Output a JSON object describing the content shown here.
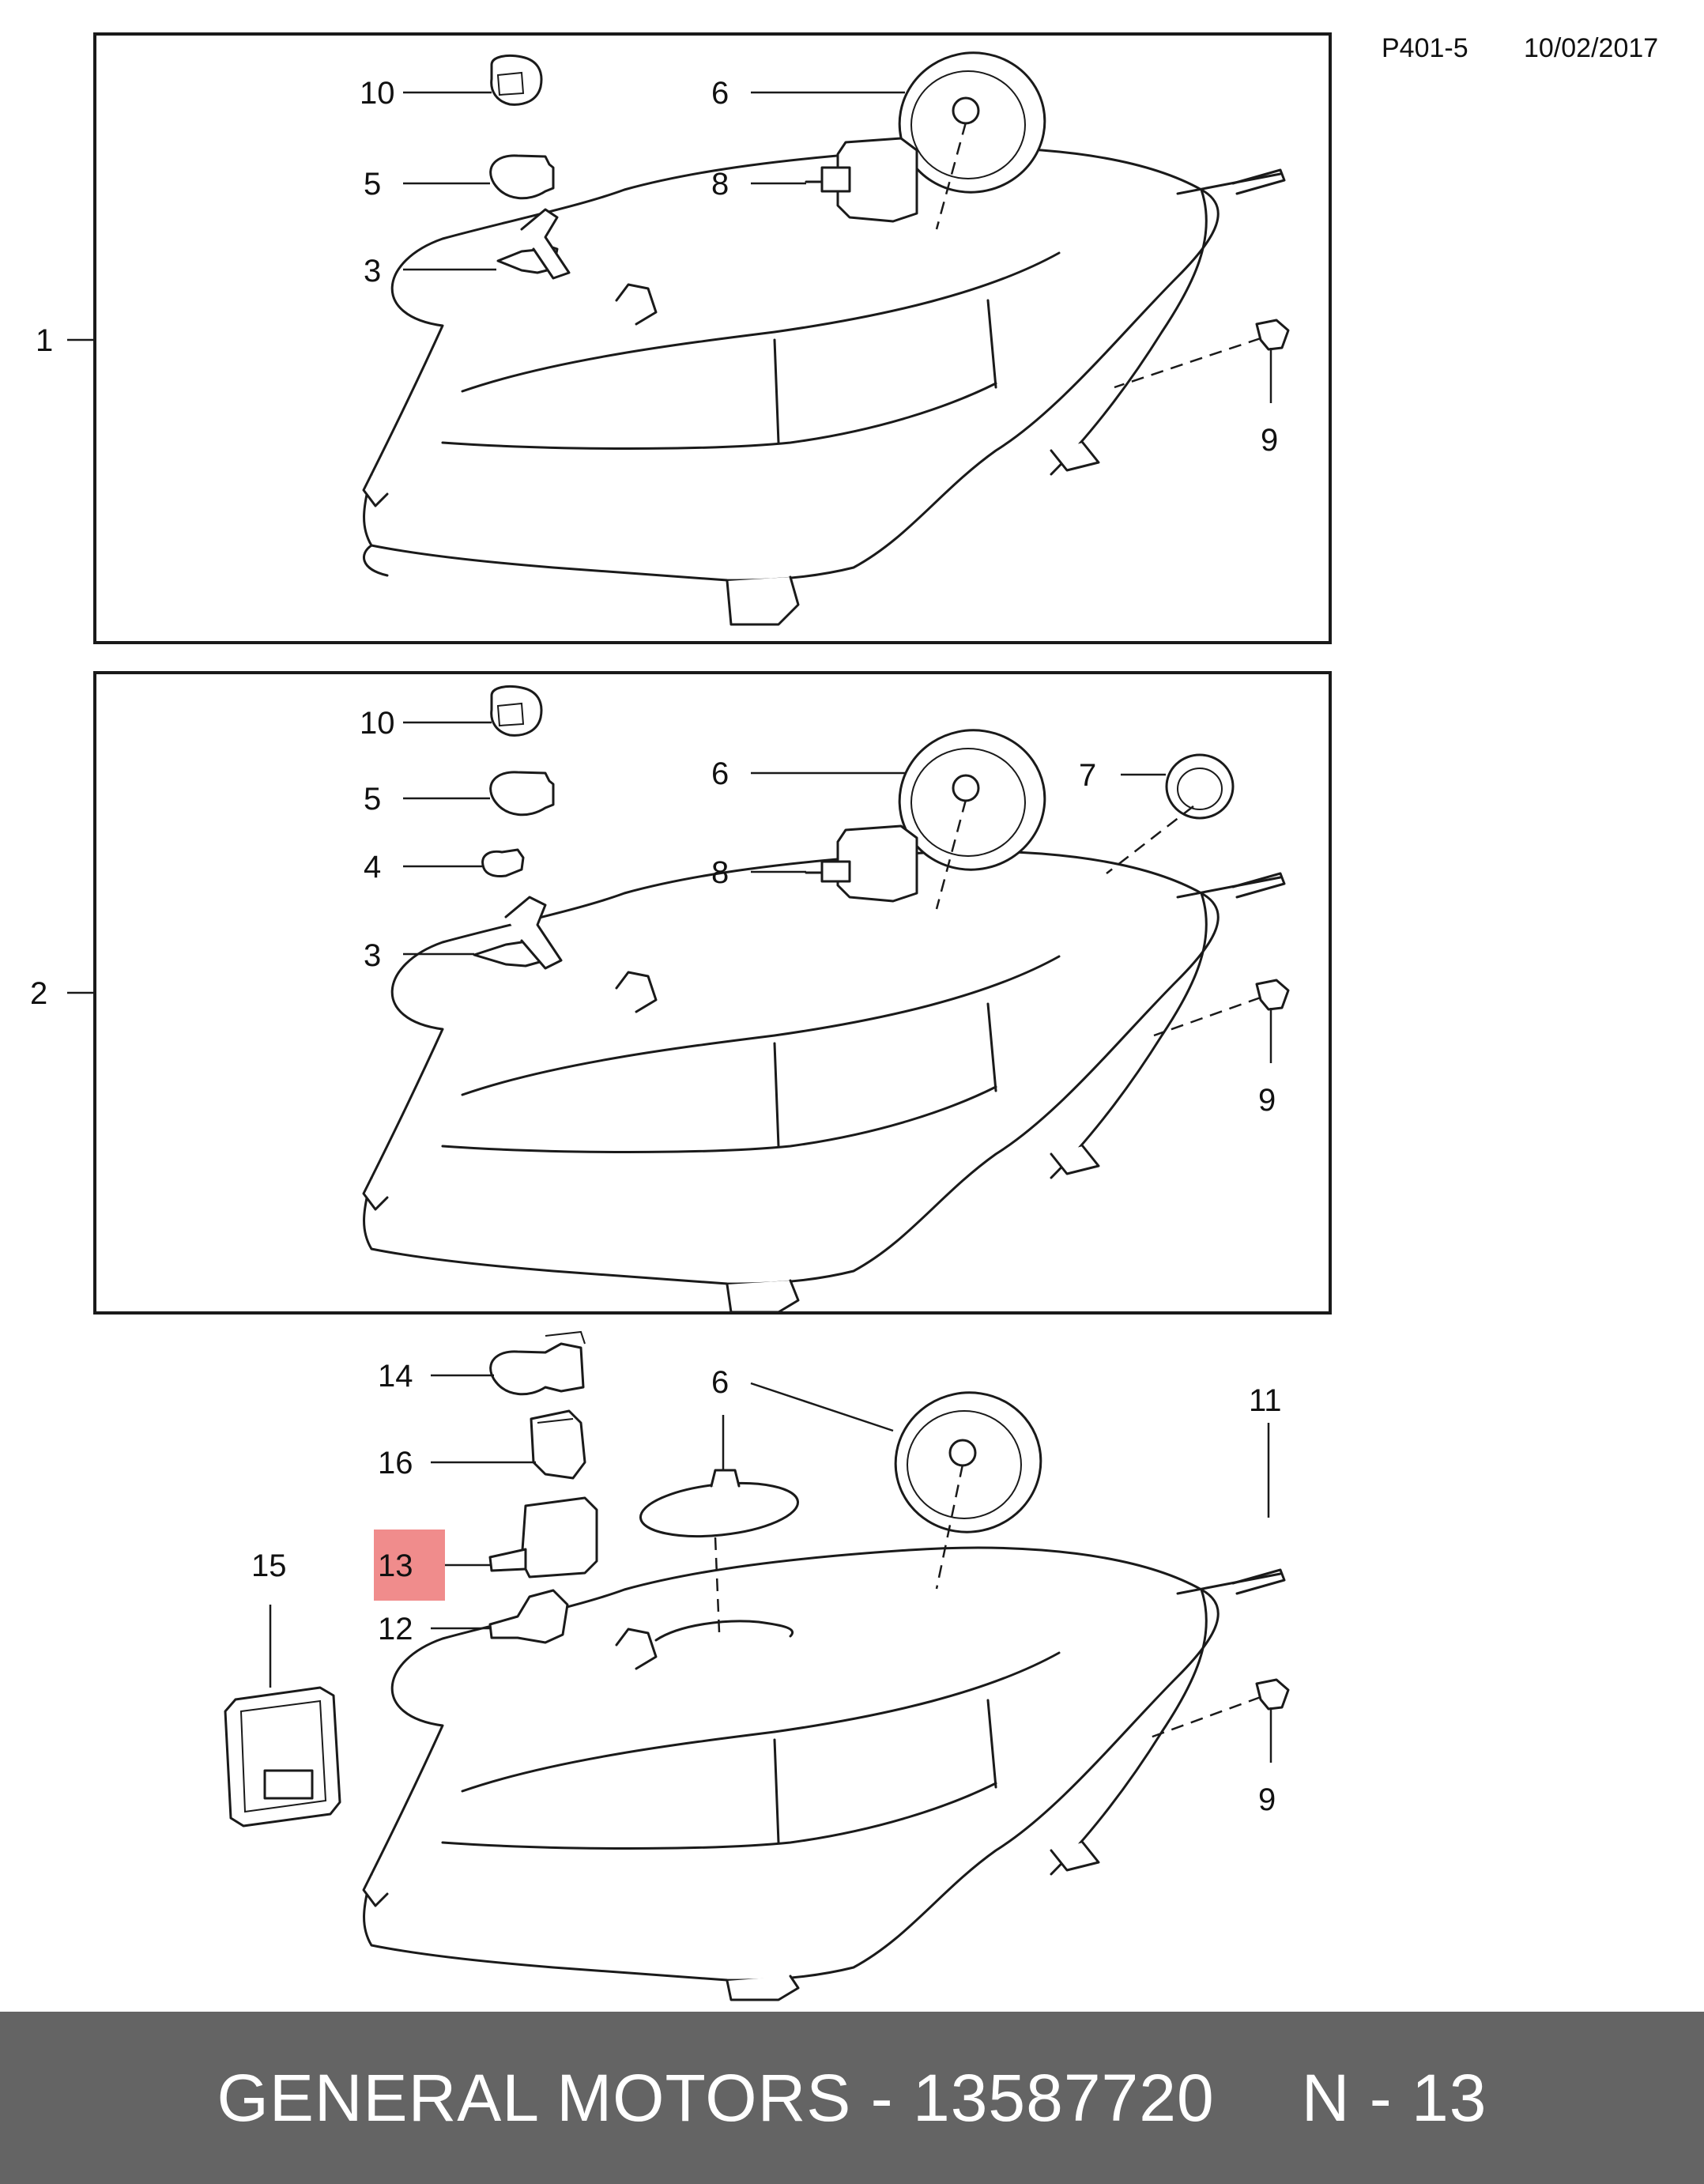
{
  "header": {
    "code": "P401-5",
    "date": "10/02/2017"
  },
  "panels": [
    {
      "label": "1",
      "callouts": [
        "10",
        "6",
        "5",
        "8",
        "3",
        "9"
      ]
    },
    {
      "label": "2",
      "callouts": [
        "10",
        "6",
        "7",
        "5",
        "4",
        "8",
        "3",
        "9"
      ]
    },
    {
      "label": "",
      "callouts": [
        "14",
        "6",
        "11",
        "16",
        "15",
        "13",
        "12",
        "9"
      ]
    }
  ],
  "highlighted_callout": "13",
  "highlight_color": "#f08c8c",
  "footer": {
    "part": "GENERAL MOTORS - 13587720",
    "ref": "N - 13"
  }
}
